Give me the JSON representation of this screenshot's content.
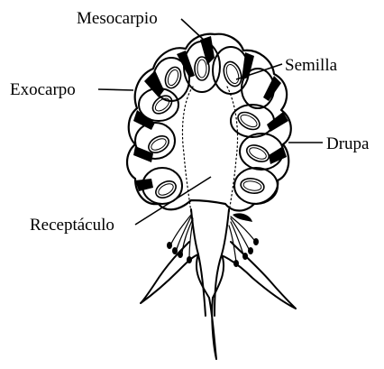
{
  "figure": {
    "labels": {
      "mesocarpio": "Mesocarpio",
      "semilla": "Semilla",
      "exocarpo": "Exocarpo",
      "drupa": "Drupa",
      "receptaculo": "Receptáculo"
    },
    "ink_color": "#000000",
    "background_color": "#ffffff"
  }
}
